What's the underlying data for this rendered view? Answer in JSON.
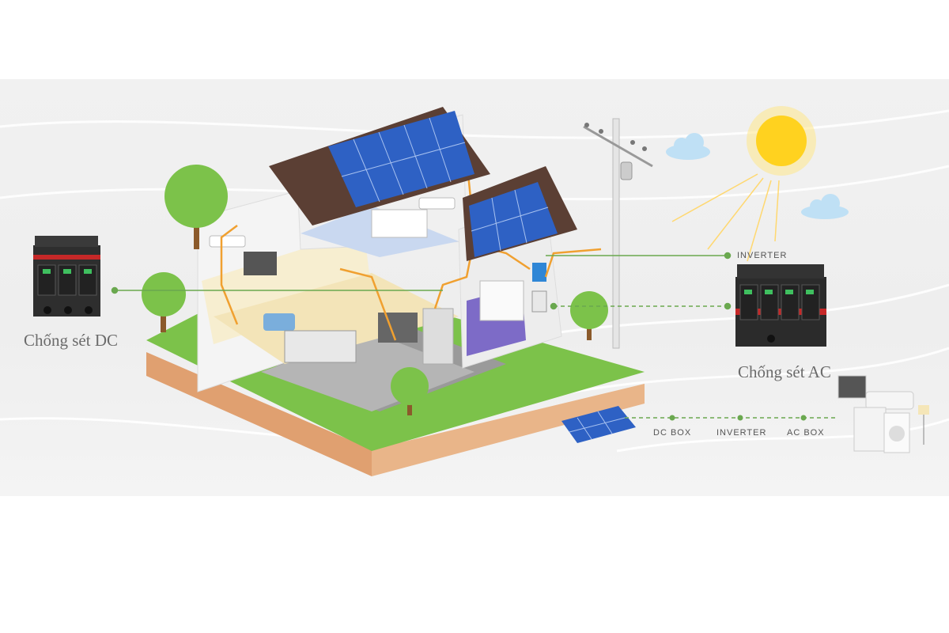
{
  "labels": {
    "dc_protector": "Chống sét DC",
    "ac_protector": "Chống sét AC",
    "inverter_top": "INVERTER",
    "dc_box": "DC BOX",
    "inverter_bottom": "INVERTER",
    "ac_box": "AC BOX"
  },
  "colors": {
    "connector_green": "#6aa84f",
    "wire_orange": "#f0a030",
    "roof_brown": "#5b3f34",
    "panel_blue": "#2e61c4",
    "grass_green": "#7cc24a",
    "soil": "#e0a070",
    "sun_yellow": "#ffd21f",
    "protector_red": "#c62828"
  },
  "icons": [
    "sun-icon",
    "cloud-icon",
    "solar-panel-icon",
    "utility-pole-icon",
    "tree-icon",
    "surge-protector-icon",
    "appliances-icon"
  ]
}
